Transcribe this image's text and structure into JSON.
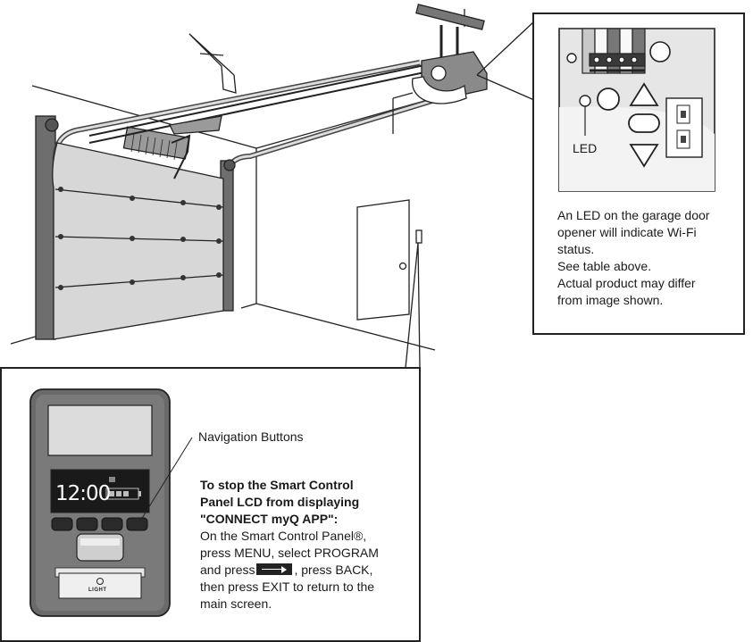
{
  "led_callout": {
    "led_label": "LED",
    "note_lines": [
      "An LED on the garage door",
      "opener will indicate Wi-Fi",
      "status.",
      "See table above.",
      "Actual product may differ",
      "from image shown."
    ]
  },
  "control_panel": {
    "nav_label": "Navigation Buttons",
    "clock": "12:00",
    "light_label": "LIGHT",
    "heading_lines": [
      "To stop the Smart Control",
      "Panel LCD from displaying",
      "\"CONNECT myQ APP\":"
    ],
    "body_line_1": "On the Smart Control Panel®,",
    "body_line_2": "press MENU, select PROGRAM",
    "body_line_3a": "and press",
    "body_line_3b": ", press BACK,",
    "body_line_4": "then press EXIT to return to the",
    "body_line_5": "main screen."
  }
}
